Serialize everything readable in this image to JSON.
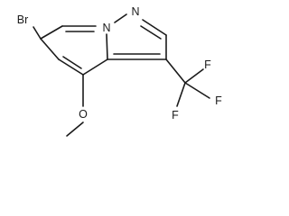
{
  "molecule": {
    "atoms": {
      "br": "Br",
      "n_bridge": "N",
      "n_pyrazole": "N",
      "oxygen": "O",
      "f_top": "F",
      "f_right": "F",
      "f_left": "F"
    }
  }
}
